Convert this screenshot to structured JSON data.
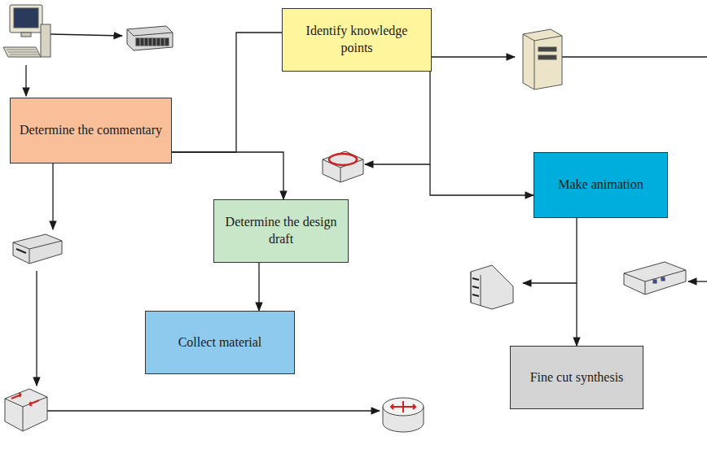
{
  "diagram": {
    "nodes": [
      {
        "text": [
          "Determine the commentary"
        ]
      },
      {
        "text": [
          "Identify knowledge points"
        ]
      },
      {
        "text": [
          "Make animation"
        ]
      },
      {
        "text": [
          "Determine the design draft"
        ]
      },
      {
        "text": [
          "Collect material"
        ]
      },
      {
        "text": [
          "Fine cut synthesis"
        ]
      }
    ],
    "edges": [
      {
        "from": 0,
        "to": 1,
        "arrow": "none"
      },
      {
        "from": 0,
        "to": 3,
        "arrow": "to"
      },
      {
        "from": 3,
        "to": 4,
        "arrow": "to"
      },
      {
        "from": 1,
        "to": 2,
        "arrow": "to"
      },
      {
        "from": 2,
        "to": 5,
        "arrow": "to"
      }
    ]
  }
}
